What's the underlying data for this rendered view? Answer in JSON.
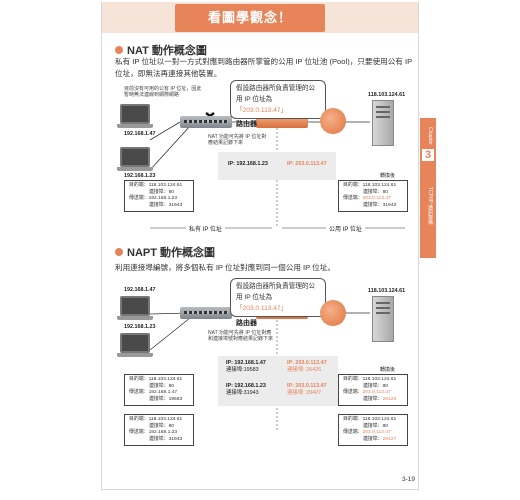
{
  "banner": {
    "title": "看圖學觀念！"
  },
  "nat": {
    "title": "NAT 動作概念圖",
    "description": "私有 IP 位址以一對一方式對應到路由器所掌管的公用 IP 位址池 (Pool)，只要使用公有 IP 位址，即無法再連接其他裝置。",
    "blocked_note": "目前沒有可用的公有 IP 位址，因此暫時無法連線到網際網路",
    "host1_ip": "192.168.1.47",
    "host2_ip": "192.168.1.23",
    "server_ip": "118.103.124.61",
    "router_label": "路由器",
    "bubble_text": "假設路由器所負責管理的公用 IP 位址為",
    "bubble_ip": "「203.0.113.47」",
    "router_note": "NAT 功能可先將 IP 位址對應結果記錄下來",
    "map_private": "IP: 192.168.1.23",
    "map_public": "IP: 203.0.113.47",
    "after_label": "轉換後",
    "packet_before": {
      "dst": "目的端：118.103.124.61",
      "dport": "連接埠：80",
      "src": "傳送端：192.168.1.23",
      "sport": "連接埠：31943"
    },
    "packet_after": {
      "dst": "目的端：118.103.124.61",
      "dport": "連接埠：80",
      "src": "傳送端：",
      "src_ip": "203.0.113.47",
      "sport": "連接埠：31943"
    },
    "private_zone": "私有 IP 位址",
    "public_zone": "公用 IP 位址"
  },
  "napt": {
    "title": "NAPT 動作概念圖",
    "description": "利用連接埠編號，將多個私有 IP 位址對應到同一個公用 IP 位址。",
    "host1_ip": "192.168.1.47",
    "host2_ip": "192.168.1.23",
    "server_ip": "118.103.124.61",
    "router_label": "路由器",
    "bubble_text": "假設路由器所負責管理的公用 IP 位址為",
    "bubble_ip": "「203.0.113.47」",
    "router_note": "NAT 功能可先將 IP 位址對應和連接埠號對應結果記錄下來",
    "map1_private": "IP: 192.168.1.47",
    "map1_private_port": "連接埠:19583",
    "map1_public": "IP: 203.0.113.47",
    "map1_public_port": "連接埠: 26426",
    "map2_private": "IP: 192.168.1.23",
    "map2_private_port": "連接埠:31943",
    "map2_public": "IP: 203.0.113.47",
    "map2_public_port": "連接埠: 29427",
    "after_label": "轉換後",
    "packet1_before": {
      "dst": "目的端：118.103.124.61",
      "dport": "連接埠：80",
      "src": "傳送端：192.168.1.47",
      "sport": "連接埠：19583"
    },
    "packet2_before": {
      "dst": "目的端：118.103.124.61",
      "dport": "連接埠：80",
      "src": "傳送端：192.168.1.23",
      "sport": "連接埠：31943"
    },
    "packet1_after": {
      "dst": "目的端：118.103.124.61",
      "dport": "連接埠：80",
      "src": "傳送端：",
      "src_ip": "203.0.113.47",
      "sport": "連接埠：",
      "sport_val": "26426"
    },
    "packet2_after": {
      "dst": "目的端：118.103.124.61",
      "dport": "連接埠：80",
      "src": "傳送端：",
      "src_ip": "203.0.113.47",
      "sport": "連接埠：",
      "sport_val": "29427"
    }
  },
  "side_tab": {
    "chapter": "Chapter",
    "number": "3",
    "topic": "TCP/IP 通訊架構"
  },
  "page_number": "3-19",
  "colors": {
    "accent": "#e8845a",
    "highlight": "#e8845a"
  }
}
